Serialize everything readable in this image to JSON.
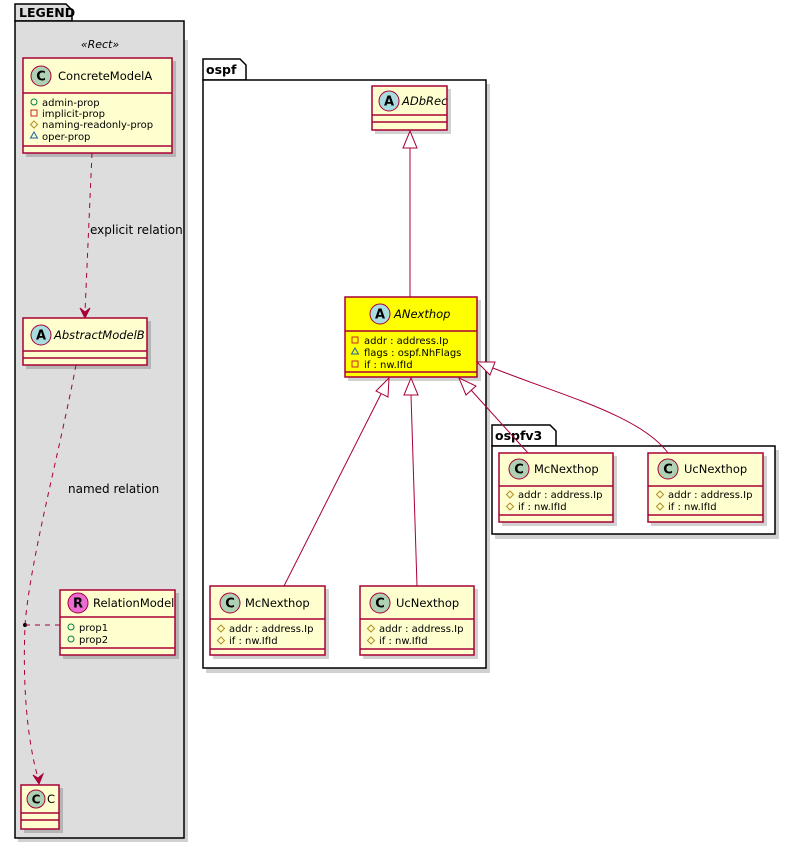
{
  "diagram": {
    "type": "uml-class-diagram",
    "colors": {
      "class_fill": "#fefece",
      "class_border": "#a80036",
      "highlight_fill": "#ffff00",
      "legend_fill": "#dddddd",
      "icon_class": "#add1b2",
      "icon_abstract": "#a9dcdf",
      "icon_relation": "#ea6bd1",
      "edge": "#a80036"
    },
    "legend": {
      "title": "LEGEND",
      "stereotype": "«Rect»",
      "classes": {
        "concrete_model_a": {
          "icon": "C",
          "name": "ConcreteModelA",
          "attributes": [
            {
              "visibility": "public",
              "icon": "○",
              "text": "admin-prop"
            },
            {
              "visibility": "private",
              "icon": "□",
              "text": "implicit-prop"
            },
            {
              "visibility": "protected",
              "icon": "◇",
              "text": "naming-readonly-prop"
            },
            {
              "visibility": "package",
              "icon": "△",
              "text": "oper-prop"
            }
          ]
        },
        "abstract_model_b": {
          "icon": "A",
          "name": "AbstractModelB"
        },
        "relation_model": {
          "icon": "R",
          "name": "RelationModel",
          "attributes": [
            {
              "visibility": "public",
              "icon": "○",
              "text": "prop1"
            },
            {
              "visibility": "public",
              "icon": "○",
              "text": "prop2"
            }
          ]
        },
        "c": {
          "icon": "C",
          "name": "C"
        }
      },
      "relations": {
        "explicit": "explicit relation",
        "named": "named relation"
      }
    },
    "ospf": {
      "title": "ospf",
      "adbrec": {
        "icon": "A",
        "name": "ADbRec"
      },
      "anexthop": {
        "icon": "A",
        "name": "ANexthop",
        "attributes": [
          {
            "visibility": "private",
            "icon": "□",
            "text": "addr : address.Ip"
          },
          {
            "visibility": "package",
            "icon": "△",
            "text": "flags : ospf.NhFlags"
          },
          {
            "visibility": "private",
            "icon": "□",
            "text": "if : nw.IfId"
          }
        ]
      },
      "mcnexthop": {
        "icon": "C",
        "name": "McNexthop",
        "attributes": [
          {
            "visibility": "protected",
            "icon": "◇",
            "text": "addr : address.Ip"
          },
          {
            "visibility": "protected",
            "icon": "◇",
            "text": "if : nw.IfId"
          }
        ]
      },
      "ucnexthop": {
        "icon": "C",
        "name": "UcNexthop",
        "attributes": [
          {
            "visibility": "protected",
            "icon": "◇",
            "text": "addr : address.Ip"
          },
          {
            "visibility": "protected",
            "icon": "◇",
            "text": "if : nw.IfId"
          }
        ]
      }
    },
    "ospfv3": {
      "title": "ospfv3",
      "mcnexthop": {
        "icon": "C",
        "name": "McNexthop",
        "attributes": [
          {
            "visibility": "protected",
            "icon": "◇",
            "text": "addr : address.Ip"
          },
          {
            "visibility": "protected",
            "icon": "◇",
            "text": "if : nw.IfId"
          }
        ]
      },
      "ucnexthop": {
        "icon": "C",
        "name": "UcNexthop",
        "attributes": [
          {
            "visibility": "protected",
            "icon": "◇",
            "text": "addr : address.Ip"
          },
          {
            "visibility": "protected",
            "icon": "◇",
            "text": "if : nw.IfId"
          }
        ]
      }
    }
  }
}
